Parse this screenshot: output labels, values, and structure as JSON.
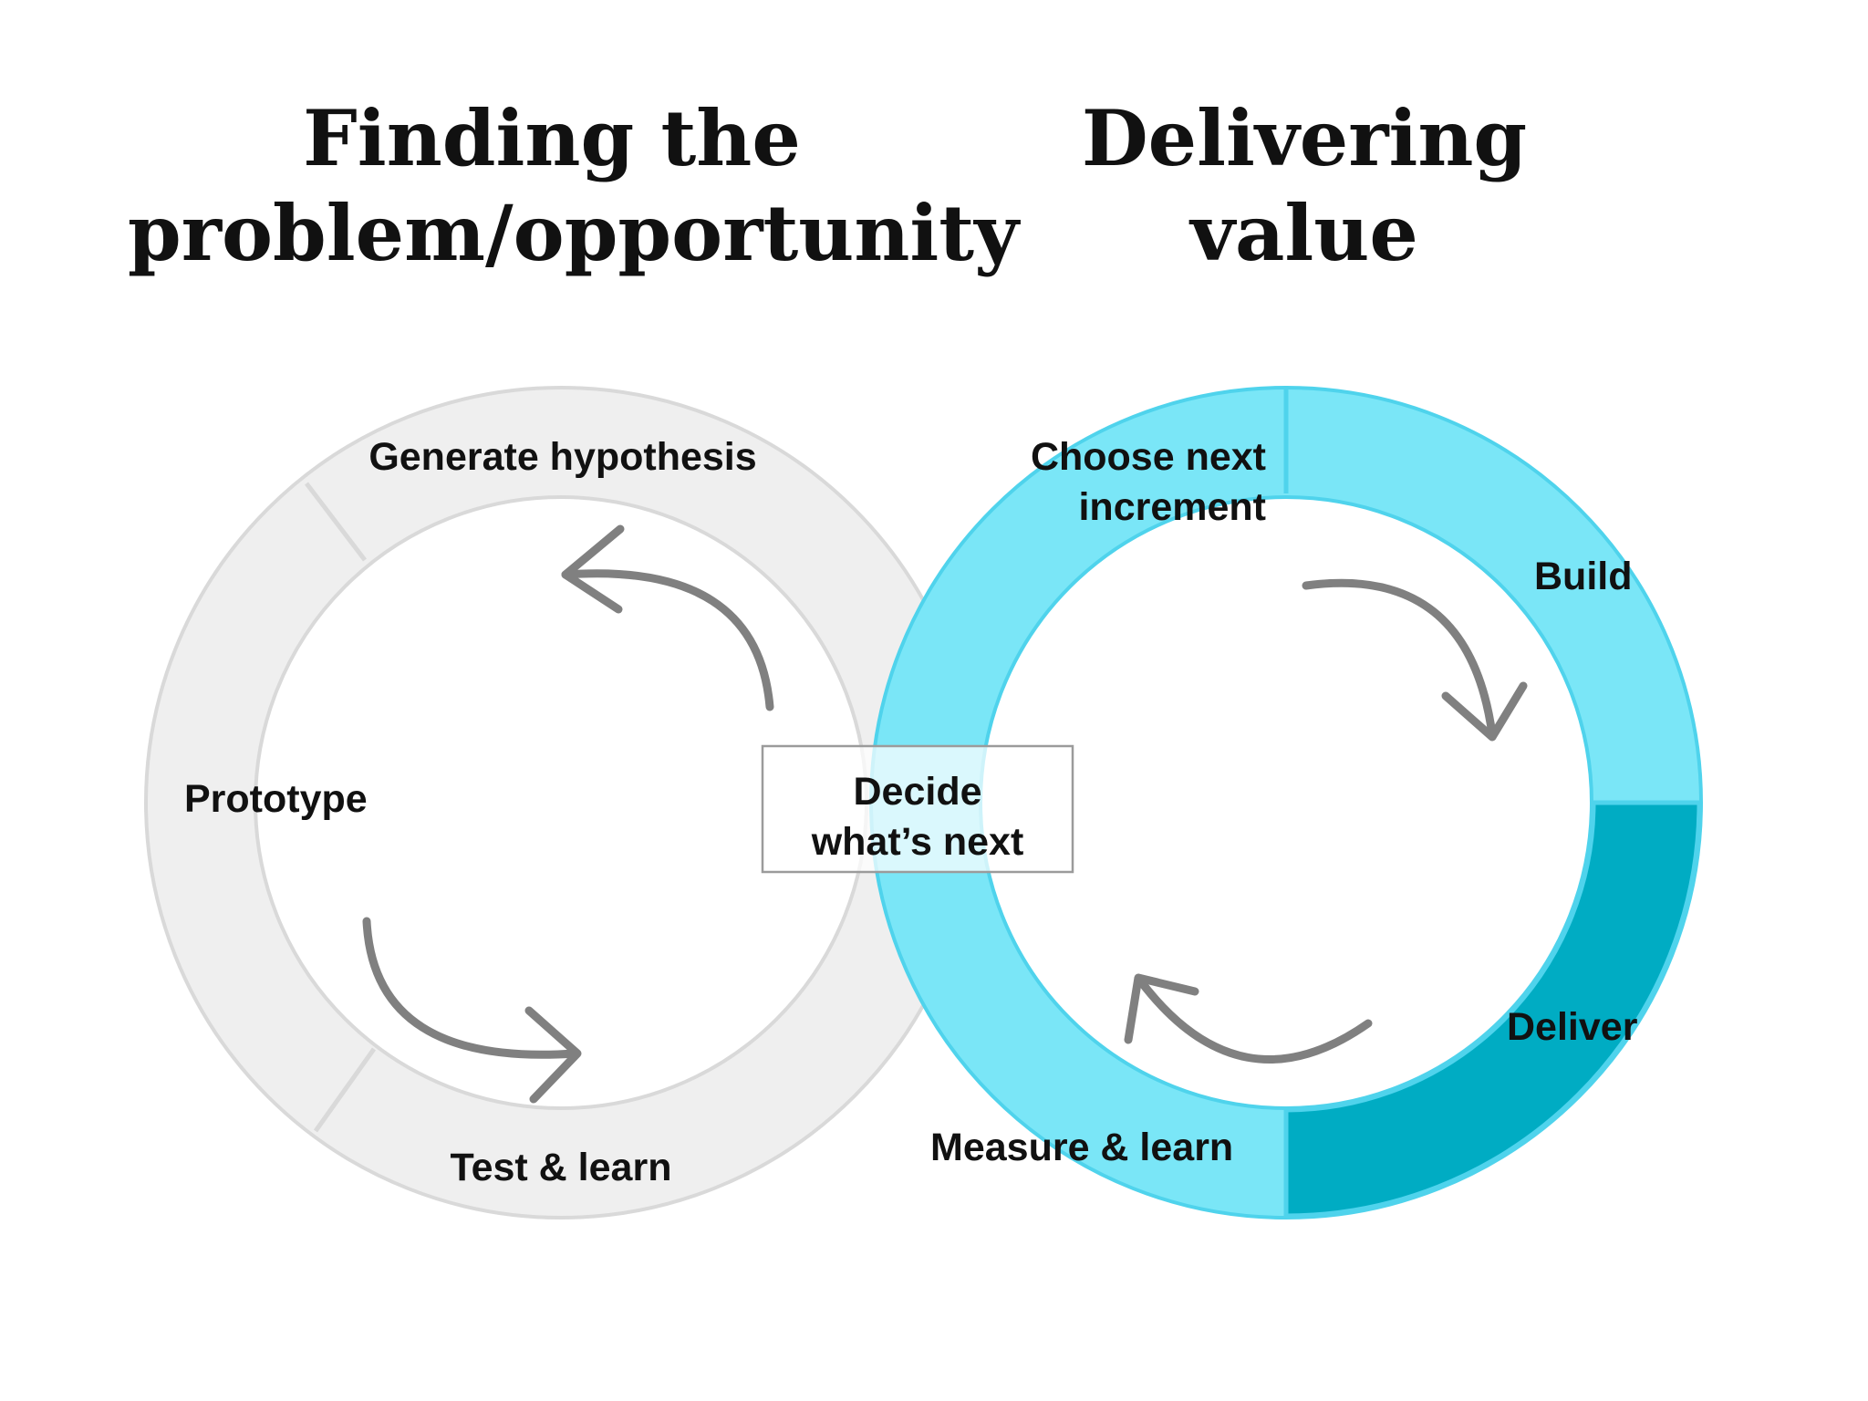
{
  "headings": {
    "left": [
      "Finding the",
      "problem/opportunity"
    ],
    "right": [
      "Delivering",
      "value"
    ]
  },
  "left_cycle": {
    "generate": "Generate hypothesis",
    "prototype": "Prototype",
    "test": "Test & learn"
  },
  "right_cycle": {
    "choose": [
      "Choose next",
      "increment"
    ],
    "build": "Build",
    "deliver": "Deliver",
    "measure": "Measure & learn"
  },
  "center": [
    "Decide",
    "what’s next"
  ],
  "colors": {
    "left_ring_fill": "#efefef",
    "left_ring_stroke": "#d9d9d9",
    "right_ring_light": "#7ae6f7",
    "right_ring_stroke": "#4fd3ec",
    "right_ring_dark": "#00acc3",
    "arrow": "#808080",
    "box_stroke": "#9b9b9b"
  },
  "icons": [
    "curved-arrow-icon"
  ]
}
